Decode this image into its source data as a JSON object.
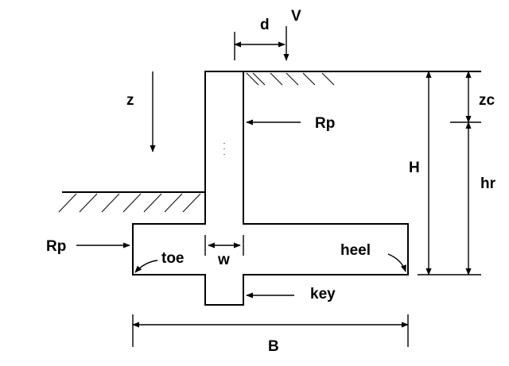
{
  "labels": {
    "d": "d",
    "v": "V",
    "z": "z",
    "rp_top": "Rp",
    "rp_left": "Rp",
    "h": "H",
    "zc": "zc",
    "hr": "hr",
    "toe": "toe",
    "w": "w",
    "heel": "heel",
    "key": "key",
    "b": "B"
  },
  "colors": {
    "line": "#000000",
    "background": "#ffffff"
  }
}
